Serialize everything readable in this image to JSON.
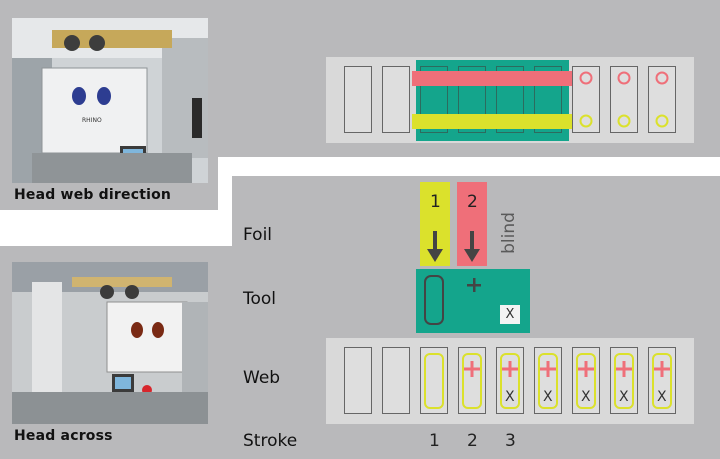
{
  "captions": {
    "head_web_direction": "Head web direction",
    "head_across": "Head across"
  },
  "machine_logo": "RHINO",
  "rows": {
    "foil": "Foil",
    "tool": "Tool",
    "web": "Web",
    "stroke": "Stroke"
  },
  "foil_labels": {
    "foil1": "1",
    "foil2": "2",
    "blind": "blind"
  },
  "tool_x": "X",
  "stroke_numbers": [
    "1",
    "2",
    "3"
  ],
  "x_marks": [
    "X",
    "X",
    "X",
    "X",
    "X"
  ],
  "colors": {
    "panel": "#b9b9bb",
    "green": "#14a58c",
    "yellow": "#dbe12c",
    "pink": "#ef6f79",
    "strip": "#d9d9d9"
  }
}
